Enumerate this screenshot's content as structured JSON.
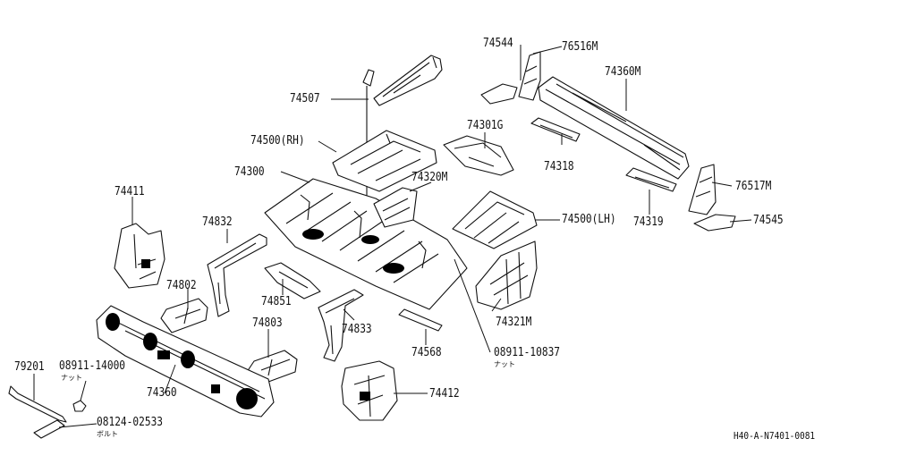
{
  "diagram": {
    "labels": {
      "p74544": "74544",
      "p76516M": "76516M",
      "p74360M": "74360M",
      "p74507": "74507",
      "p74301G": "74301G",
      "p74500RH": "74500(RH)",
      "p74318": "74318",
      "p74300": "74300",
      "p74320M": "74320M",
      "p76517M": "76517M",
      "p74411": "74411",
      "p74832": "74832",
      "p74500LH": "74500(LH)",
      "p74319": "74319",
      "p74545": "74545",
      "p74802": "74802",
      "p74851": "74851",
      "p74321M": "74321M",
      "p74803": "74803",
      "p74833": "74833",
      "p74568": "74568",
      "p08911_10837": "08911-10837",
      "p79201": "79201",
      "p08911_14000": "08911-14000",
      "p74360": "74360",
      "p74412": "74412",
      "p08124_02533": "08124-02533"
    },
    "sublabels": {
      "nut_1": "ナット",
      "nut_2": "ナット",
      "bolt": "ボルト"
    },
    "drawing_code": "H40-A-N7401-0081"
  }
}
